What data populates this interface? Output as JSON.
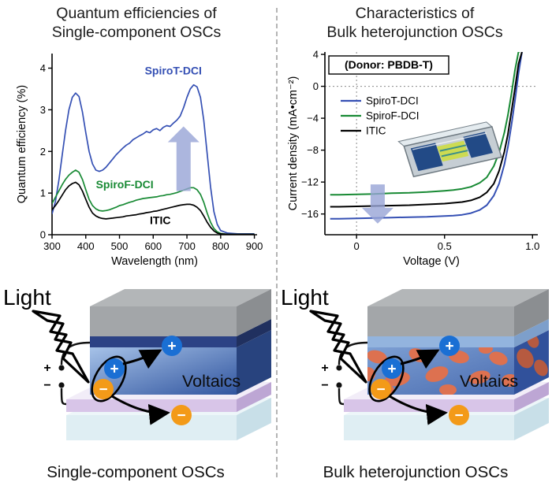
{
  "colors": {
    "spirot": "#3550b4",
    "spirof": "#188a34",
    "itic": "#000000",
    "fat_arrow": "#97a4d6",
    "plus_charge": "#1a6fd4",
    "minus_charge": "#f39a18"
  },
  "left": {
    "title_line1": "Quantum efficiencies of",
    "title_line2": "Single-component OSCs",
    "caption": "Single-component OSCs"
  },
  "right": {
    "title_line1": "Characteristics of",
    "title_line2": "Bulk heterojunction OSCs",
    "caption": "Bulk heterojunction OSCs"
  },
  "diagram_labels": {
    "light": "Light",
    "voltaics": "Voltaics",
    "plus_sign": "+",
    "minus_sign": "−"
  },
  "chart_data": [
    {
      "type": "line",
      "title": "Quantum efficiencies of Single-component OSCs",
      "xlabel": "Wavelength (nm)",
      "ylabel": "Quantum efficiency (%)",
      "xlim": [
        300,
        908
      ],
      "ylim": [
        0,
        4.35
      ],
      "xticks": [
        300,
        400,
        500,
        600,
        700,
        800,
        900
      ],
      "yticks": [
        0,
        1,
        2,
        3,
        4
      ],
      "grid": false,
      "legend": false,
      "series": [
        {
          "name": "SpiroT-DCI",
          "color": "#3550b4",
          "x": [
            300,
            310,
            320,
            330,
            340,
            350,
            360,
            370,
            380,
            390,
            400,
            410,
            420,
            430,
            440,
            450,
            460,
            470,
            480,
            490,
            500,
            510,
            520,
            530,
            540,
            550,
            560,
            570,
            580,
            590,
            600,
            610,
            620,
            630,
            640,
            650,
            660,
            670,
            680,
            690,
            700,
            710,
            720,
            730,
            740,
            750,
            760,
            770,
            780,
            790,
            800,
            820,
            850,
            900
          ],
          "y": [
            0.5,
            0.8,
            1.3,
            1.9,
            2.5,
            3.0,
            3.3,
            3.4,
            3.32,
            2.95,
            2.45,
            2.0,
            1.7,
            1.55,
            1.52,
            1.55,
            1.62,
            1.72,
            1.82,
            1.92,
            2.0,
            2.08,
            2.15,
            2.2,
            2.28,
            2.33,
            2.38,
            2.42,
            2.48,
            2.45,
            2.52,
            2.55,
            2.5,
            2.58,
            2.62,
            2.6,
            2.68,
            2.75,
            2.85,
            3.05,
            3.3,
            3.5,
            3.6,
            3.55,
            3.3,
            2.75,
            1.95,
            1.15,
            0.55,
            0.25,
            0.1,
            0.04,
            0.02,
            0.02
          ]
        },
        {
          "name": "SpiroF-DCI",
          "color": "#188a34",
          "x": [
            300,
            310,
            320,
            330,
            340,
            350,
            360,
            370,
            380,
            390,
            400,
            410,
            420,
            430,
            440,
            450,
            460,
            470,
            480,
            490,
            500,
            510,
            520,
            530,
            540,
            550,
            560,
            570,
            580,
            590,
            600,
            610,
            620,
            630,
            640,
            650,
            660,
            670,
            680,
            690,
            700,
            710,
            720,
            730,
            740,
            750,
            760,
            770,
            780,
            790,
            800,
            820,
            850,
            900
          ],
          "y": [
            0.75,
            0.9,
            1.05,
            1.2,
            1.33,
            1.43,
            1.5,
            1.55,
            1.5,
            1.33,
            1.08,
            0.85,
            0.7,
            0.62,
            0.58,
            0.57,
            0.58,
            0.6,
            0.63,
            0.66,
            0.7,
            0.72,
            0.75,
            0.78,
            0.8,
            0.83,
            0.85,
            0.87,
            0.88,
            0.89,
            0.9,
            0.91,
            0.93,
            0.94,
            0.96,
            0.97,
            0.99,
            1.01,
            1.04,
            1.07,
            1.1,
            1.13,
            1.13,
            1.08,
            0.97,
            0.78,
            0.52,
            0.3,
            0.15,
            0.07,
            0.03,
            0.01,
            0.01,
            0.01
          ]
        },
        {
          "name": "ITIC",
          "color": "#000000",
          "x": [
            300,
            310,
            320,
            330,
            340,
            350,
            360,
            370,
            380,
            390,
            400,
            410,
            420,
            430,
            440,
            450,
            460,
            470,
            480,
            490,
            500,
            510,
            520,
            530,
            540,
            550,
            560,
            570,
            580,
            590,
            600,
            610,
            620,
            630,
            640,
            650,
            660,
            670,
            680,
            690,
            700,
            710,
            720,
            730,
            740,
            750,
            760,
            770,
            780,
            790,
            800,
            820,
            850,
            900
          ],
          "y": [
            0.6,
            0.7,
            0.82,
            0.95,
            1.08,
            1.17,
            1.23,
            1.26,
            1.2,
            1.05,
            0.85,
            0.66,
            0.52,
            0.45,
            0.41,
            0.39,
            0.38,
            0.39,
            0.4,
            0.41,
            0.42,
            0.43,
            0.45,
            0.46,
            0.47,
            0.48,
            0.5,
            0.51,
            0.53,
            0.54,
            0.56,
            0.57,
            0.59,
            0.61,
            0.63,
            0.65,
            0.67,
            0.69,
            0.71,
            0.72,
            0.73,
            0.73,
            0.71,
            0.66,
            0.58,
            0.45,
            0.3,
            0.18,
            0.09,
            0.04,
            0.02,
            0.01,
            0.01,
            0.01
          ]
        }
      ],
      "labels": [
        {
          "text": "SpiroT-DCI",
          "x": 575,
          "y": 3.85,
          "color": "#3550b4"
        },
        {
          "text": "SpiroF-DCI",
          "x": 430,
          "y": 1.12,
          "color": "#188a34"
        },
        {
          "text": "ITIC",
          "x": 590,
          "y": 0.26,
          "color": "#000000"
        }
      ],
      "fat_arrow": {
        "x": 690,
        "y_from": 1.05,
        "y_to": 2.6,
        "direction": "up",
        "color": "#97a4d6"
      }
    },
    {
      "type": "line",
      "title": "Characteristics of Bulk heterojunction OSCs",
      "xlabel": "Voltage (V)",
      "ylabel": "Current density (mA•cm⁻²)",
      "xlim": [
        -0.18,
        1.03
      ],
      "ylim": [
        -18.6,
        4.3
      ],
      "xticks": [
        0,
        0.5,
        1.0
      ],
      "xtick_labels": [
        "0",
        "0.5",
        "1.0"
      ],
      "yticks": [
        4,
        0,
        -4,
        -8,
        -12,
        -16
      ],
      "grid": false,
      "dotted_lines": {
        "h": [
          0
        ],
        "v": [
          0
        ]
      },
      "annotation_box": "(Donor: PBDB-T)",
      "legend": true,
      "legend_position": "upper-left",
      "series": [
        {
          "name": "SpiroT-DCI",
          "color": "#3550b4",
          "x": [
            -0.15,
            -0.1,
            0,
            0.1,
            0.2,
            0.3,
            0.4,
            0.5,
            0.55,
            0.6,
            0.65,
            0.7,
            0.74,
            0.78,
            0.81,
            0.84,
            0.86,
            0.88,
            0.9,
            0.92,
            0.94
          ],
          "y": [
            -16.6,
            -16.6,
            -16.55,
            -16.5,
            -16.45,
            -16.4,
            -16.35,
            -16.25,
            -16.2,
            -16.1,
            -15.9,
            -15.5,
            -14.9,
            -13.7,
            -12.2,
            -9.8,
            -7.6,
            -4.9,
            -1.8,
            1.6,
            4.3
          ]
        },
        {
          "name": "SpiroF-DCI",
          "color": "#188a34",
          "x": [
            -0.15,
            -0.1,
            0,
            0.1,
            0.2,
            0.3,
            0.4,
            0.5,
            0.55,
            0.6,
            0.65,
            0.7,
            0.74,
            0.78,
            0.81,
            0.84,
            0.86,
            0.88,
            0.9,
            0.92,
            0.94
          ],
          "y": [
            -13.6,
            -13.6,
            -13.55,
            -13.5,
            -13.4,
            -13.35,
            -13.25,
            -13.1,
            -13.0,
            -12.85,
            -12.6,
            -12.1,
            -11.4,
            -10.0,
            -8.3,
            -5.8,
            -3.6,
            -1.0,
            2.0,
            4.3,
            4.5
          ]
        },
        {
          "name": "ITIC",
          "color": "#000000",
          "x": [
            -0.15,
            -0.1,
            0,
            0.1,
            0.2,
            0.3,
            0.4,
            0.5,
            0.55,
            0.6,
            0.65,
            0.7,
            0.74,
            0.78,
            0.81,
            0.84,
            0.86,
            0.88,
            0.9,
            0.92,
            0.94
          ],
          "y": [
            -15.1,
            -15.1,
            -15.05,
            -15.0,
            -14.95,
            -14.9,
            -14.8,
            -14.7,
            -14.6,
            -14.5,
            -14.3,
            -13.9,
            -13.3,
            -12.2,
            -10.6,
            -8.2,
            -6.0,
            -3.2,
            -0.3,
            2.8,
            4.3
          ]
        }
      ],
      "labels": [],
      "fat_arrow": {
        "x": 0.12,
        "y_from": -12.3,
        "y_to": -17.2,
        "direction": "down",
        "color": "#97a4d6"
      }
    }
  ]
}
